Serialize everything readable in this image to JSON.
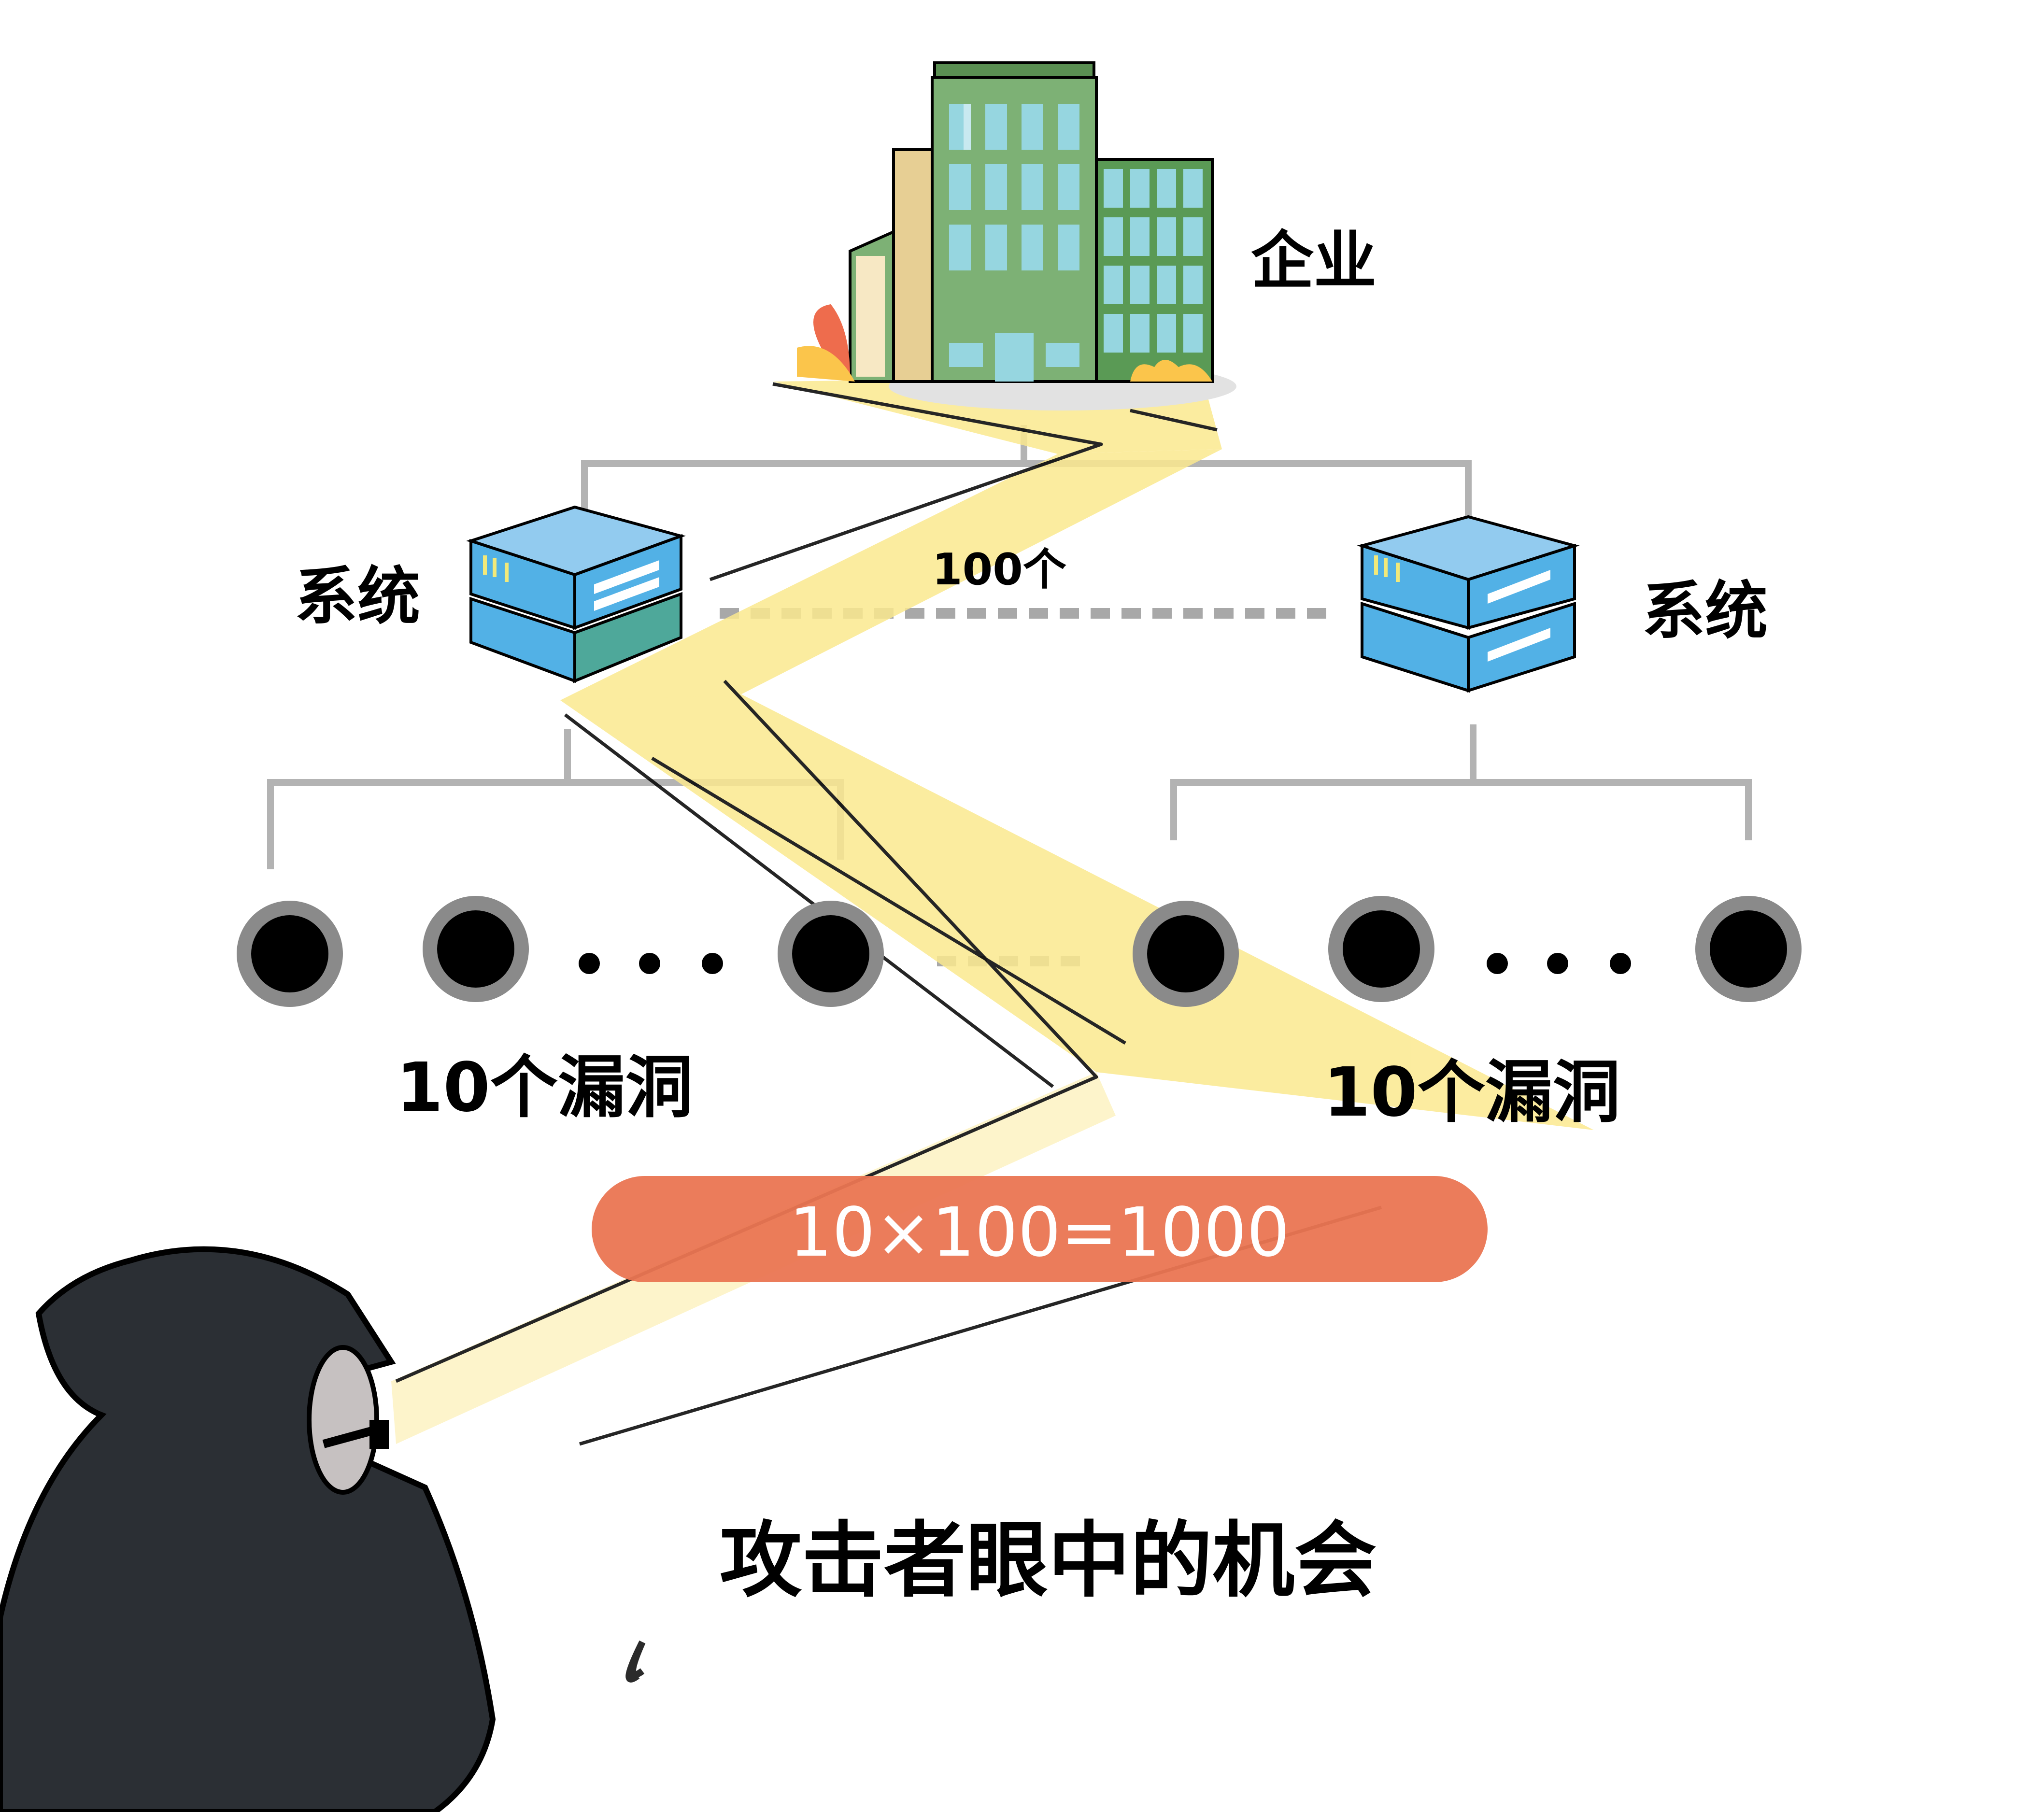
{
  "diagram": {
    "title": "攻击者眼中的机会",
    "enterprise": {
      "label": "企业",
      "icon": "office-building-icon"
    },
    "systems": [
      {
        "label": "系统",
        "icon": "server-stack-icon",
        "side": "left"
      },
      {
        "label": "系统",
        "icon": "server-stack-icon",
        "side": "right"
      }
    ],
    "system_count_label": "100个",
    "vulnerability_groups": [
      {
        "label": "10个漏洞",
        "visible_holes": 3,
        "ellipsis": "• • •"
      },
      {
        "label": "10个漏洞",
        "visible_holes": 3,
        "ellipsis": "• • •"
      }
    ],
    "formula": "10×100=1000",
    "attacker": {
      "icon": "hooded-attacker-icon"
    },
    "colors": {
      "beam": "#fbe98f",
      "formula_bg": "#ea7552",
      "formula_text": "#ffffff",
      "server_blue": "#52b1e6",
      "server_top": "#92cbef",
      "building_green": "#7db175",
      "building_dark": "#5a8f52",
      "glass": "#96d6e0",
      "hood": "#2b2f34",
      "face": "#c6c1c1",
      "tree_line": "#b3b3b3"
    }
  }
}
